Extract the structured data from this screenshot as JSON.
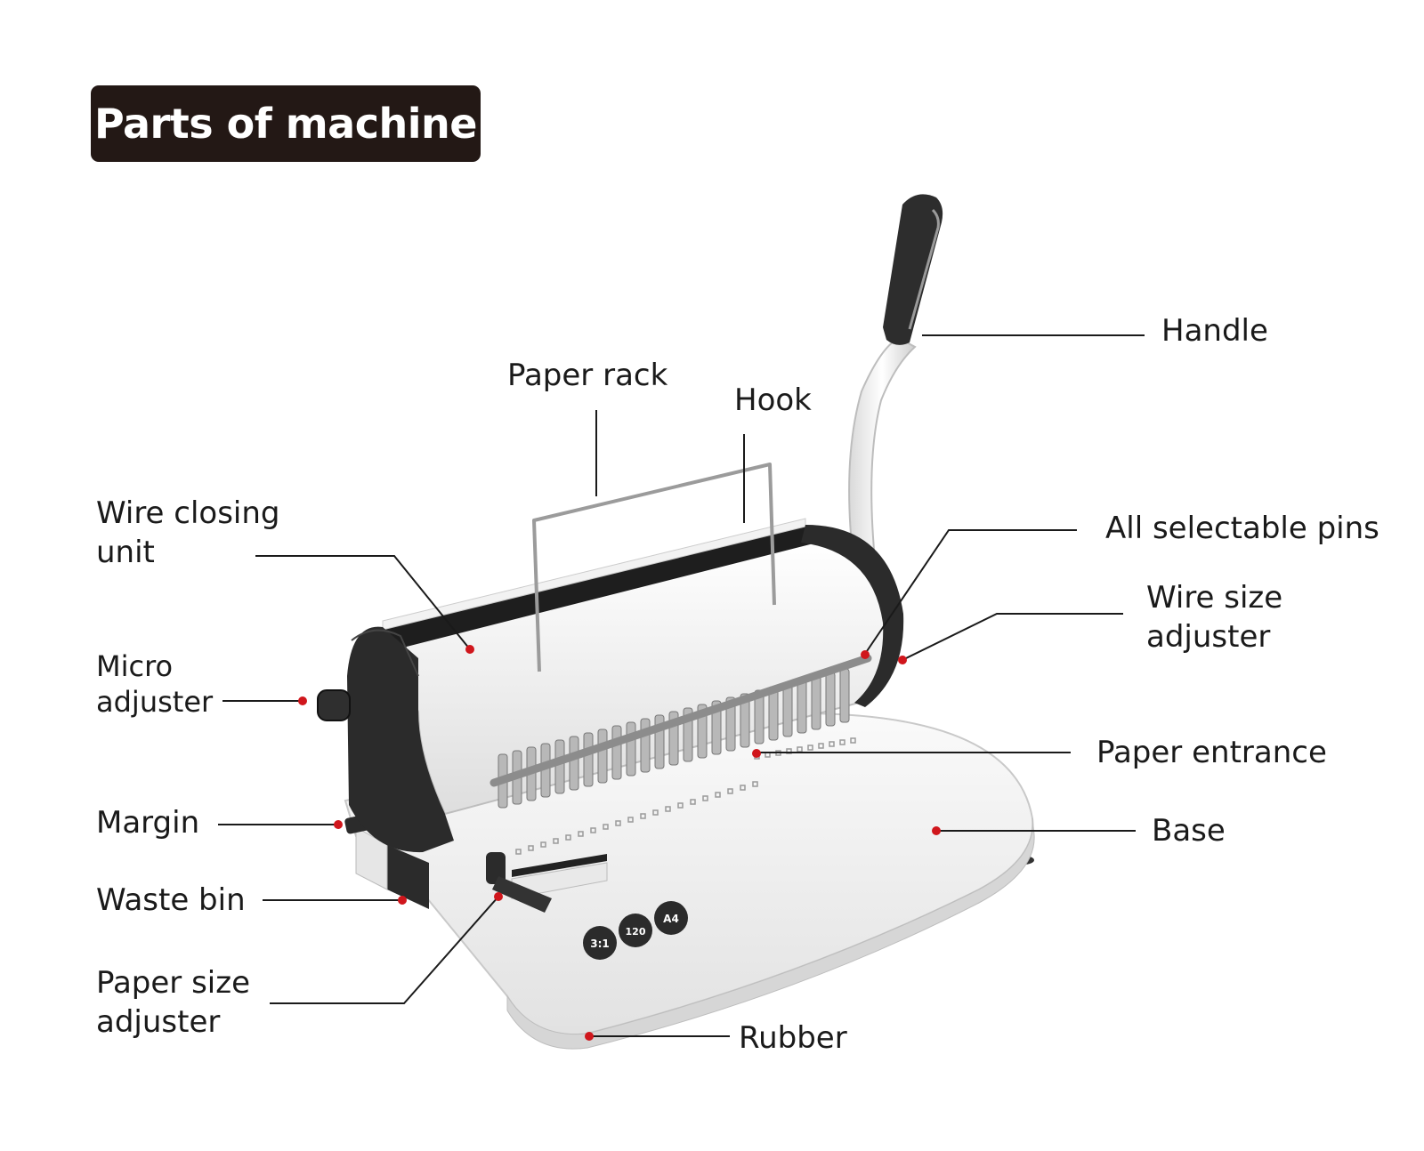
{
  "title": "Parts of machine",
  "labels": {
    "handle": "Handle",
    "paper_rack": "Paper rack",
    "hook": "Hook",
    "wire_closing_unit": "Wire closing\nunit",
    "all_selectable_pins": "All selectable pins",
    "wire_size_adjuster": "Wire size\nadjuster",
    "micro_adjuster": "Micro\nadjuster",
    "paper_entrance": "Paper entrance",
    "margin": "Margin",
    "base": "Base",
    "waste_bin": "Waste bin",
    "paper_size_adjuster": "Paper size\nadjuster",
    "rubber": "Rubber"
  },
  "dial_labels": [
    "3:1",
    "120",
    "A4"
  ],
  "colors": {
    "title_bg": "#231815",
    "title_text": "#ffffff",
    "leader": "#1a1a1a",
    "marker": "#d0161c",
    "body_light": "#f3f3f3",
    "body_dark": "#2b2b2b"
  }
}
